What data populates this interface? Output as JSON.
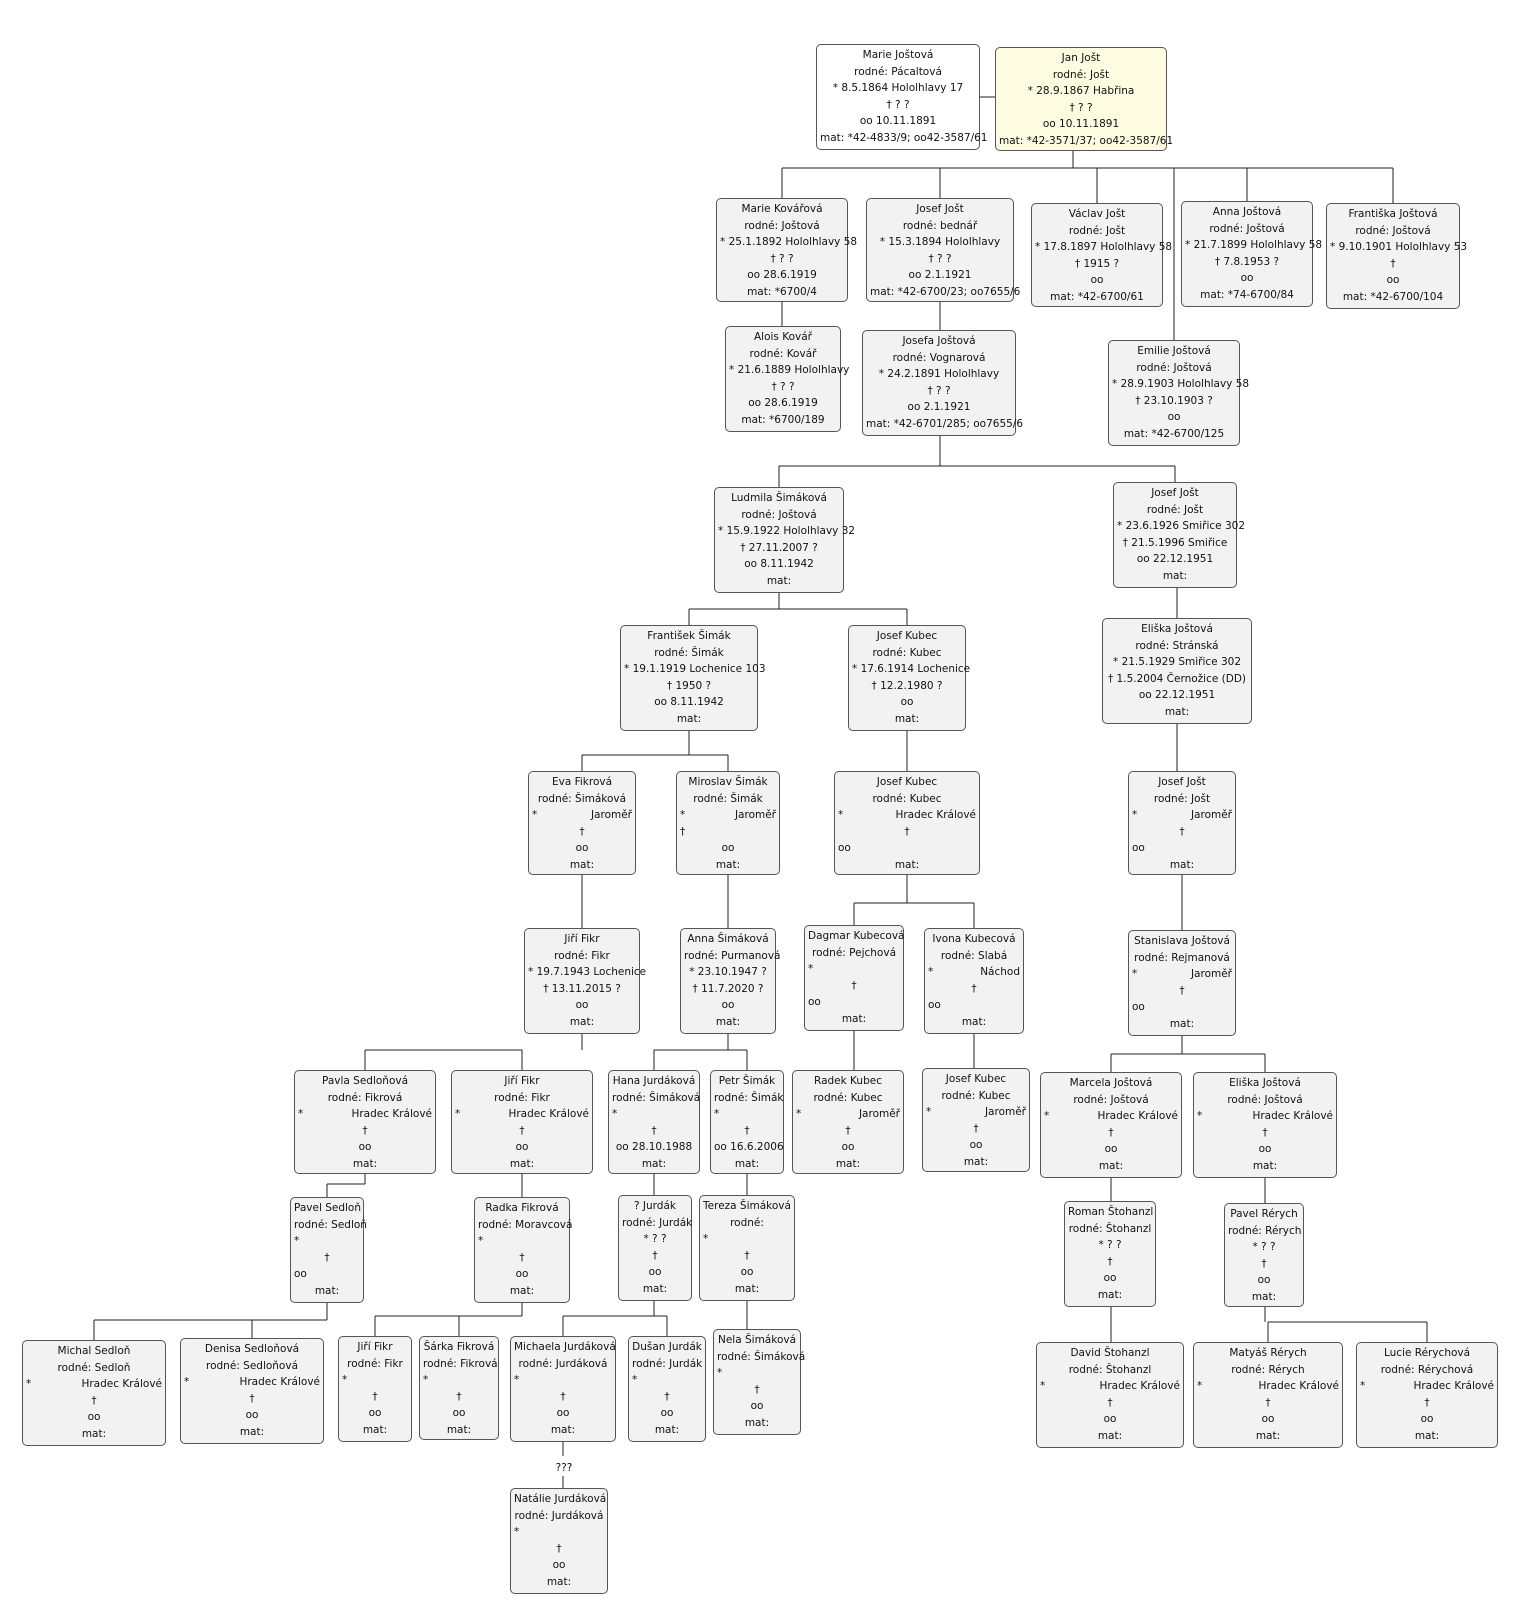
{
  "people": [
    {
      "id": "marie-jostova",
      "name": "Marie  Joštová",
      "maiden": "rodné: Pácaltová",
      "birth": "* 8.5.1864 Hololhlavy 17",
      "death": "† ? ?",
      "marriage": "oo 10.11.1891",
      "mat": "mat: *42-4833/9; oo42-3587/61",
      "color": "white"
    },
    {
      "id": "jan-jost",
      "name": "Jan Jošt",
      "maiden": "rodné: Jošt",
      "birth": "* 28.9.1867 Habřina",
      "death": "† ? ?",
      "marriage": "oo 10.11.1891",
      "mat": "mat: *42-3571/37; oo42-3587/61",
      "color": "yellow"
    },
    {
      "id": "marie-kovarova",
      "name": "Marie Kovářová",
      "maiden": "rodné: Joštová",
      "birth": "* 25.1.1892 Hololhlavy 58",
      "death": "† ? ?",
      "marriage": "oo 28.6.1919",
      "mat": "mat: *6700/4"
    },
    {
      "id": "alois-kovar",
      "name": "Alois Kovář",
      "maiden": "rodné: Kovář",
      "birth": "* 21.6.1889 Hololhlavy",
      "death": "† ? ?",
      "marriage": "oo 28.6.1919",
      "mat": "mat: *6700/189"
    },
    {
      "id": "josef-jost-1894",
      "name": "Josef Jošt",
      "maiden": "rodné: bednář",
      "birth": "* 15.3.1894 Hololhlavy",
      "death": "† ? ?",
      "marriage": "oo 2.1.1921",
      "mat": "mat: *42-6700/23; oo7655/6"
    },
    {
      "id": "josefa-jostova",
      "name": "Josefa Joštová",
      "maiden": "rodné: Vognarová",
      "birth": "* 24.2.1891 Hololhlavy",
      "death": "† ? ?",
      "marriage": "oo 2.1.1921",
      "mat": "mat: *42-6701/285; oo7655/6"
    },
    {
      "id": "vaclav-jost",
      "name": "Václav Jošt",
      "maiden": "rodné: Jošt",
      "birth": "* 17.8.1897 Hololhlavy 58",
      "death": "† 1915 ?",
      "marriage": "oo",
      "mat": "mat: *42-6700/61"
    },
    {
      "id": "anna-jostova",
      "name": "Anna Joštová",
      "maiden": "rodné: Joštová",
      "birth": "* 21.7.1899 Hololhlavy 58",
      "death": "† 7.8.1953 ?",
      "marriage": "oo",
      "mat": "mat: *74-6700/84"
    },
    {
      "id": "frantiska-jostova",
      "name": "Františka Joštová",
      "maiden": "rodné: Joštová",
      "birth": "* 9.10.1901 Hololhlavy 53",
      "death": "†",
      "marriage": "oo",
      "mat": "mat: *42-6700/104"
    },
    {
      "id": "emilie-jostova",
      "name": "Emilie Joštová",
      "maiden": "rodné: Joštová",
      "birth": "* 28.9.1903 Hololhlavy 58",
      "death": "† 23.10.1903 ?",
      "marriage": "oo",
      "mat": "mat: *42-6700/125"
    },
    {
      "id": "ludmila-simakova",
      "name": "Ludmila Šimáková",
      "maiden": "rodné: Joštová",
      "birth": "* 15.9.1922 Hololhlavy 32",
      "death": "† 27.11.2007 ?",
      "marriage": "oo 8.11.1942",
      "mat": "mat:"
    },
    {
      "id": "josef-jost-1926",
      "name": "Josef Jošt",
      "maiden": "rodné: Jošt",
      "birth": "* 23.6.1926 Smiřice 302",
      "death": "† 21.5.1996 Smiřice",
      "marriage": "oo 22.12.1951",
      "mat": "mat:"
    },
    {
      "id": "frantisek-simak",
      "name": "František Šimák",
      "maiden": "rodné: Šimák",
      "birth": "* 19.1.1919 Lochenice 103",
      "death": "† 1950 ?",
      "marriage": "oo 8.11.1942",
      "mat": "mat:"
    },
    {
      "id": "josef-kubec-1914",
      "name": "Josef Kubec",
      "maiden": "rodné: Kubec",
      "birth": "* 17.6.1914 Lochenice",
      "death": "† 12.2.1980 ?",
      "marriage": "oo",
      "mat": "mat:"
    },
    {
      "id": "eliska-jostova-1929",
      "name": "Eliška Joštová",
      "maiden": "rodné: Stránská",
      "birth": "* 21.5.1929 Smiřice 302",
      "death": "† 1.5.2004 Černožice (DD)",
      "marriage": "oo 22.12.1951",
      "mat": "mat:"
    },
    {
      "id": "eva-fikrova",
      "name": "Eva Fikrová",
      "maiden": "rodné: Šimáková",
      "birth_mark": "*",
      "birth_place": "Jaroměř",
      "death": "†",
      "marriage": "oo",
      "mat": "mat:"
    },
    {
      "id": "miroslav-simak",
      "name": "Miroslav Šimák",
      "maiden": "rodné: Šimák",
      "birth_mark": "*",
      "birth_place": "Jaroměř",
      "death": "†",
      "marriage": "oo",
      "mat": "mat:",
      "death_align": "left"
    },
    {
      "id": "josef-kubec-hk",
      "name": "Josef Kubec",
      "maiden": "rodné: Kubec",
      "birth_mark": "*",
      "birth_place": "Hradec Králové",
      "death": "†",
      "marriage": "oo",
      "mat": "mat:",
      "marriage_align": "left"
    },
    {
      "id": "josef-jost-jaromer",
      "name": "Josef Jošt",
      "maiden": "rodné: Jošt",
      "birth_mark": "*",
      "birth_place": "Jaroměř",
      "death": "†",
      "marriage": "oo",
      "mat": "mat:",
      "marriage_align": "left"
    },
    {
      "id": "jiri-fikr-1943",
      "name": "Jiří Fikr",
      "maiden": "rodné: Fikr",
      "birth": "* 19.7.1943 Lochenice",
      "death": "† 13.11.2015 ?",
      "marriage": "oo",
      "mat": "mat:"
    },
    {
      "id": "anna-simakova",
      "name": "Anna Šimáková",
      "maiden": "rodné: Purmanová",
      "birth": "* 23.10.1947 ?",
      "death": "† 11.7.2020 ?",
      "marriage": "oo",
      "mat": "mat:"
    },
    {
      "id": "dagmar-kubecova",
      "name": "Dagmar Kubecová",
      "maiden": "rodné: Pejchová",
      "birth_mark": "*",
      "birth_place": "",
      "death": "†",
      "marriage": "oo",
      "mat": "mat:",
      "marriage_align": "left"
    },
    {
      "id": "ivona-kubecova",
      "name": "Ivona Kubecová",
      "maiden": "rodné: Slabá",
      "birth_mark": "*",
      "birth_place": "Náchod",
      "death": "†",
      "marriage": "oo",
      "mat": "mat:",
      "marriage_align": "left"
    },
    {
      "id": "stanislava-jostova",
      "name": "Stanislava Joštová",
      "maiden": "rodné: Rejmanová",
      "birth_mark": "*",
      "birth_place": "Jaroměř",
      "death": "†",
      "marriage": "oo",
      "mat": "mat:",
      "marriage_align": "left"
    },
    {
      "id": "pavla-sedlonova",
      "name": "Pavla Sedloňová",
      "maiden": "rodné: Fikrová",
      "birth_mark": "*",
      "birth_place": "Hradec Králové",
      "death": "†",
      "marriage": "oo",
      "mat": "mat:"
    },
    {
      "id": "jiri-fikr-hk",
      "name": "Jiří Fikr",
      "maiden": "rodné: Fikr",
      "birth_mark": "*",
      "birth_place": "Hradec Králové",
      "death": "†",
      "marriage": "oo",
      "mat": "mat:"
    },
    {
      "id": "hana-jurdakova",
      "name": "Hana Jurdáková",
      "maiden": "rodné: Šimáková",
      "birth_mark": "*",
      "birth_place": "",
      "death": "†",
      "marriage": "oo 28.10.1988",
      "mat": "mat:"
    },
    {
      "id": "petr-simak",
      "name": "Petr Šimák",
      "maiden": "rodné: Šimák",
      "birth_mark": "*",
      "birth_place": "",
      "death": "†",
      "marriage": "oo 16.6.2006",
      "mat": "mat:"
    },
    {
      "id": "radek-kubec",
      "name": "Radek Kubec",
      "maiden": "rodné: Kubec",
      "birth_mark": "*",
      "birth_place": "Jaroměř",
      "death": "†",
      "marriage": "oo",
      "mat": "mat:"
    },
    {
      "id": "josef-kubec-jaromer",
      "name": "Josef Kubec",
      "maiden": "rodné: Kubec",
      "birth_mark": "*",
      "birth_place": "Jaroměř",
      "death": "†",
      "marriage": "oo",
      "mat": "mat:"
    },
    {
      "id": "marcela-jostova",
      "name": "Marcela Joštová",
      "maiden": "rodné: Joštová",
      "birth_mark": "*",
      "birth_place": "Hradec Králové",
      "death": "†",
      "marriage": "oo",
      "mat": "mat:"
    },
    {
      "id": "eliska-jostova-hk",
      "name": "Eliška Joštová",
      "maiden": "rodné: Joštová",
      "birth_mark": "*",
      "birth_place": "Hradec Králové",
      "death": "†",
      "marriage": "oo",
      "mat": "mat:"
    },
    {
      "id": "pavel-sedlon",
      "name": "Pavel Sedloň",
      "maiden": "rodné: Sedloň",
      "birth_mark": "*",
      "birth_place": "",
      "death": "†",
      "marriage": "oo",
      "mat": "mat:",
      "marriage_align": "left"
    },
    {
      "id": "radka-fikrova",
      "name": "Radka Fikrová",
      "maiden": "rodné: Moravcová",
      "birth_mark": "*",
      "birth_place": "",
      "death": "†",
      "marriage": "oo",
      "mat": "mat:"
    },
    {
      "id": "jurdak",
      "name": "? Jurdák",
      "maiden": "rodné: Jurdák",
      "birth": "* ? ?",
      "death": "†",
      "marriage": "oo",
      "mat": "mat:"
    },
    {
      "id": "tereza-simakova",
      "name": "Tereza Šimáková",
      "maiden": "rodné:",
      "birth_mark": "*",
      "birth_place": "",
      "death": "†",
      "marriage": "oo",
      "mat": "mat:"
    },
    {
      "id": "roman-stohanzl",
      "name": "Roman Štohanzl",
      "maiden": "rodné: Štohanzl",
      "birth": "* ? ?",
      "death": "†",
      "marriage": "oo",
      "mat": "mat:"
    },
    {
      "id": "pavel-rerych",
      "name": "Pavel  Rérych",
      "maiden": "rodné: Rérych",
      "birth": "* ? ?",
      "death": "†",
      "marriage": "oo",
      "mat": "mat:"
    },
    {
      "id": "michal-sedlon",
      "name": "Michal Sedloň",
      "maiden": "rodné: Sedloň",
      "birth_mark": "*",
      "birth_place": "Hradec Králové",
      "death": "†",
      "marriage": "oo",
      "mat": "mat:"
    },
    {
      "id": "denisa-sedlonova",
      "name": "Denisa Sedloňová",
      "maiden": "rodné: Sedloňová",
      "birth_mark": "*",
      "birth_place": "Hradec Králové",
      "death": "†",
      "marriage": "oo",
      "mat": "mat:"
    },
    {
      "id": "jiri-fikr-child",
      "name": "Jiří Fikr",
      "maiden": "rodné: Fikr",
      "birth_mark": "*",
      "birth_place": "",
      "death": "†",
      "marriage": "oo",
      "mat": "mat:"
    },
    {
      "id": "sarka-fikrova",
      "name": "Šárka Fikrová",
      "maiden": "rodné: Fikrová",
      "birth_mark": "*",
      "birth_place": "",
      "death": "†",
      "marriage": "oo",
      "mat": "mat:"
    },
    {
      "id": "michaela-jurdakova",
      "name": "Michaela Jurdáková",
      "maiden": "rodné: Jurdáková",
      "birth_mark": "*",
      "birth_place": "",
      "death": "†",
      "marriage": "oo",
      "mat": "mat:"
    },
    {
      "id": "dusan-jurdak",
      "name": "Dušan Jurdák",
      "maiden": "rodné: Jurdák",
      "birth_mark": "*",
      "birth_place": "",
      "death": "†",
      "marriage": "oo",
      "mat": "mat:"
    },
    {
      "id": "nela-simakova",
      "name": "Nela Šimáková",
      "maiden": "rodné: Šimáková",
      "birth_mark": "*",
      "birth_place": "",
      "death": "†",
      "marriage": "oo",
      "mat": "mat:"
    },
    {
      "id": "david-stohanzl",
      "name": "David Štohanzl",
      "maiden": "rodné: Štohanzl",
      "birth_mark": "*",
      "birth_place": "Hradec Králové",
      "death": "†",
      "marriage": "oo",
      "mat": "mat:"
    },
    {
      "id": "matyas-rerych",
      "name": "Matyáš Rérych",
      "maiden": "rodné: Rérych",
      "birth_mark": "*",
      "birth_place": "Hradec Králové",
      "death": "†",
      "marriage": "oo",
      "mat": "mat:"
    },
    {
      "id": "lucie-rerychova",
      "name": "Lucie Rérychová",
      "maiden": "rodné: Rérychová",
      "birth_mark": "*",
      "birth_place": "Hradec Králové",
      "death": "†",
      "marriage": "oo",
      "mat": "mat:"
    },
    {
      "id": "natalie-jurdakova",
      "name": "Natálie Jurdáková",
      "maiden": "rodné: Jurdáková",
      "birth_mark": "*",
      "birth_place": "",
      "death": "†",
      "marriage": "oo",
      "mat": "mat:"
    }
  ],
  "unknown_link_label": "???"
}
